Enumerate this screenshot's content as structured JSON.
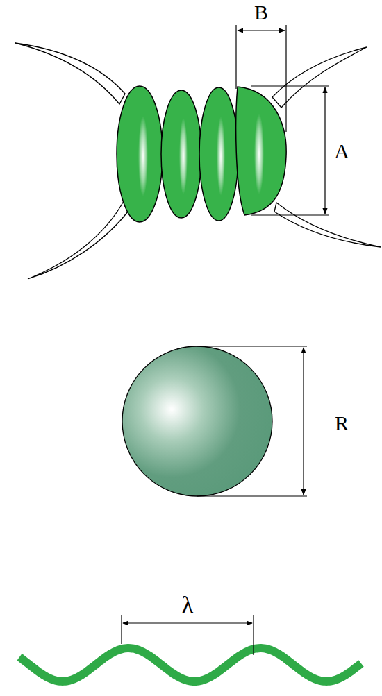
{
  "diagram": {
    "labels": [
      "B",
      "A",
      "R",
      "λ"
    ]
  }
}
